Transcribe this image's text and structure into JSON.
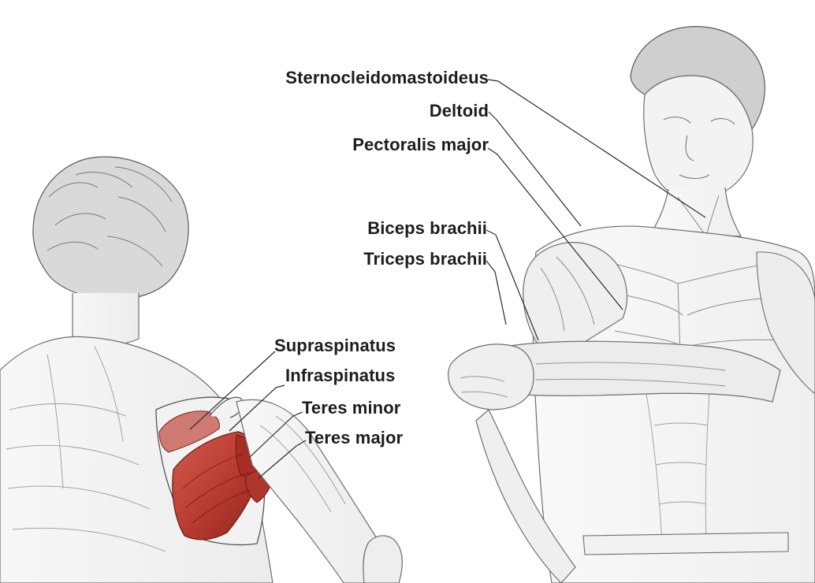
{
  "labels": {
    "sternocleidomastoideus": "Sternocleidomastoideus",
    "deltoid": "Deltoid",
    "pectoralis_major": "Pectoralis major",
    "biceps_brachii": "Biceps brachii",
    "triceps_brachii": "Triceps brachii",
    "supraspinatus": "Supraspinatus",
    "infraspinatus": "Infraspinatus",
    "teres_minor": "Teres minor",
    "teres_major": "Teres major"
  },
  "colors": {
    "label_text": "#1d1d1d",
    "leader_line": "#2a2a2a",
    "muscle_highlight": "#b63a2f",
    "muscle_highlight_light": "#d58b86",
    "sketch_line": "#6e6e6e",
    "skin_fill": "#f4f4f4"
  }
}
